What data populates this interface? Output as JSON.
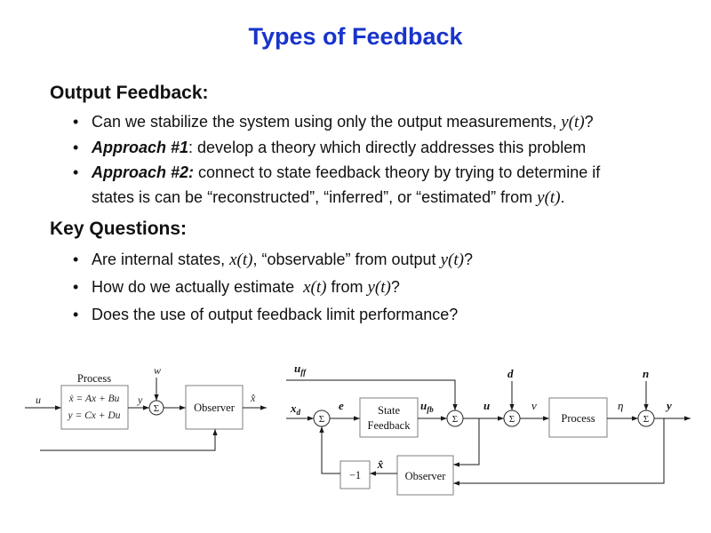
{
  "slide": {
    "title": "Types of Feedback",
    "bullet_char": "•"
  },
  "colors": {
    "title_blue": "#1834cb",
    "text": "#111111",
    "diagram_line": "#1a1a1a"
  },
  "output_feedback": {
    "heading": "Output Feedback:",
    "b1_pre": "Can we stabilize the system using only the output measurements, ",
    "b1_math": "y(t)",
    "b1_post": "?",
    "b2_lead": "Approach #1",
    "b2_rest": ": develop a theory which directly addresses this problem",
    "b3_lead": "Approach #2:",
    "b3_line1": " connect to state feedback theory by trying to determine if",
    "b3_line2": "states is can be “reconstructed”, “inferred”, or “estimated” from ",
    "b3_math": "y(t)",
    "b3_post": "."
  },
  "key_questions": {
    "heading": "Key Questions:",
    "b1_pre": "Are internal states, ",
    "b1_math1": "x(t)",
    "b1_mid": ", “observable” from output ",
    "b1_math2": "y(t)",
    "b1_post": "?",
    "b2_pre": "How do we actually estimate  ",
    "b2_math1": "x(t)",
    "b2_mid": " from ",
    "b2_math2": "y(t)",
    "b2_post": "?",
    "b3_text": "Does the use of output feedback limit performance?"
  },
  "diagram_left": {
    "sum": "Σ",
    "u": "u",
    "y": "y",
    "w": "w",
    "xhat": "x̂",
    "process_label": "Process",
    "eq1": "ẋ = Ax + Bu",
    "eq2": "y = Cx + Du",
    "observer_label": "Observer"
  },
  "diagram_right": {
    "sum": "Σ",
    "uff_main": "u",
    "uff_sub": "ff",
    "xd_main": "x",
    "xd_sub": "d",
    "e": "e",
    "sf_line1": "State",
    "sf_line2": "Feedback",
    "ufb_main": "u",
    "ufb_sub": "fb",
    "u": "u",
    "d": "d",
    "nu": "ν",
    "process_label": "Process",
    "eta": "η",
    "n": "n",
    "y": "y",
    "observer_label": "Observer",
    "xhat": "x̂",
    "neg_one": "−1"
  }
}
